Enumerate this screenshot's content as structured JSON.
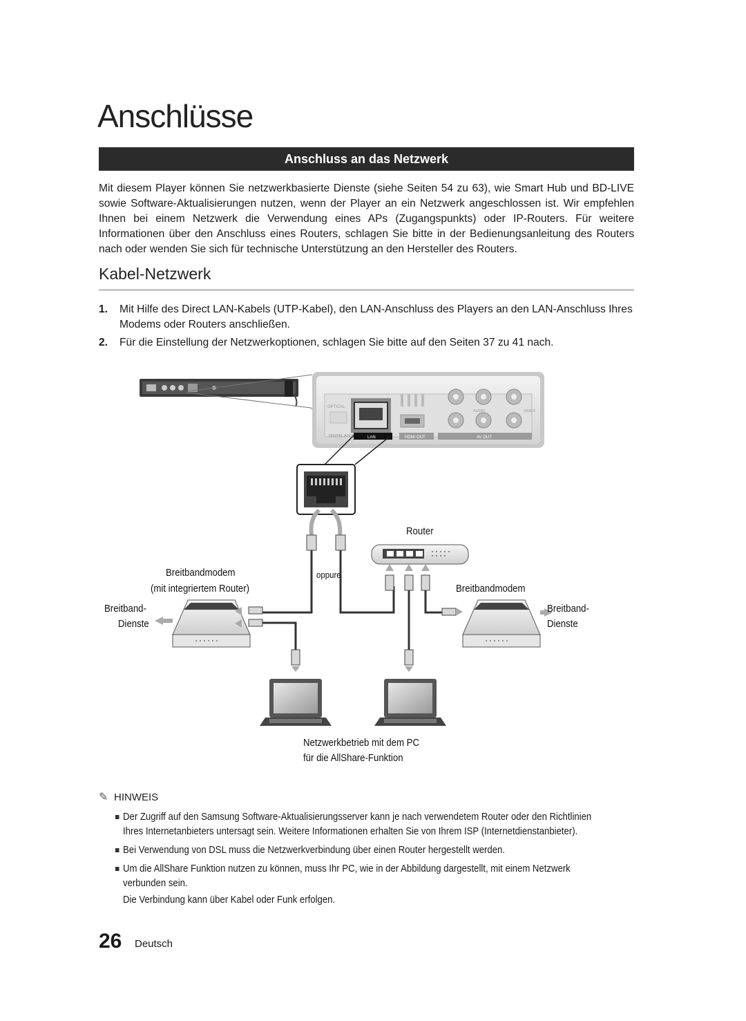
{
  "page": {
    "title": "Anschlüsse",
    "section_bar": "Anschluss an das Netzwerk",
    "intro": "Mit diesem Player können Sie netzwerkbasierte Dienste (siehe Seiten 54 zu 63), wie Smart Hub und BD-LIVE sowie Software-Aktualisierungen nutzen, wenn der Player an ein Netzwerk angeschlossen ist. Wir empfehlen Ihnen bei einem Netzwerk die Verwendung eines APs (Zugangspunkts) oder IP-Routers. Für weitere Informationen über den Anschluss eines Routers, schlagen Sie bitte in der Bedienungsanleitung des Routers nach oder wenden Sie sich für technische Unterstützung an den Hersteller des Routers.",
    "subheading": "Kabel-Netzwerk",
    "steps": [
      {
        "num": "1.",
        "text": "Mit Hilfe des Direct LAN-Kabels (UTP-Kabel), den LAN-Anschluss des Players an den LAN-Anschluss Ihres Modems oder Routers anschließen."
      },
      {
        "num": "2.",
        "text": "Für die Einstellung der Netzwerkoptionen, schlagen Sie bitte auf den Seiten 37 zu 41 nach."
      }
    ]
  },
  "diagram": {
    "labels": {
      "router": "Router",
      "oppure": "oppure",
      "modem_left_1": "Breitbandmodem",
      "modem_left_2": "(mit integriertem Router)",
      "service_left_1": "Breitband-",
      "service_left_2": "Dienste",
      "modem_right": "Breitbandmodem",
      "service_right_1": "Breitband-",
      "service_right_2": "Dienste",
      "caption_1": "Netzwerkbetrieb mit dem PC",
      "caption_2": "für die AllShare-Funktion"
    },
    "panel": {
      "optical": "OPTICAL",
      "digital_audio_out": "DIGITAL AUDIO OUT",
      "lan": "LAN",
      "hdmi_out": "HDMI OUT",
      "av_out": "AV OUT",
      "audio": "AUDIO",
      "video": "VIDEO"
    }
  },
  "note": {
    "heading": "HINWEIS",
    "bullets": [
      "Der Zugriff auf den Samsung Software-Aktualisierungsserver kann je nach verwendetem Router oder den Richtlinien Ihres Internetanbieters untersagt sein. Weitere Informationen erhalten Sie von Ihrem ISP (Internetdienstanbieter).",
      "Bei Verwendung von DSL muss die Netzwerkverbindung über einen Router hergestellt werden.",
      "Um die AllShare Funktion nutzen zu können, muss Ihr PC, wie in der Abbildung dargestellt, mit einem Netzwerk verbunden sein."
    ],
    "extra_line": "Die Verbindung kann über Kabel oder Funk erfolgen."
  },
  "footer": {
    "page_number": "26",
    "language": "Deutsch"
  }
}
